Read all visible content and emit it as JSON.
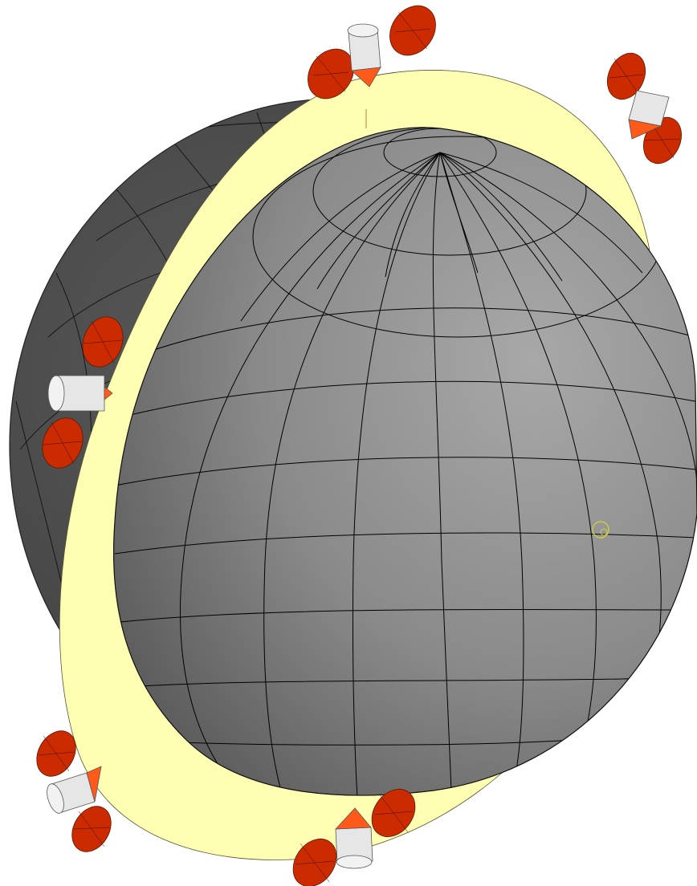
{
  "scene": {
    "kind": "globe-with-orbit-ring",
    "colors": {
      "background": "#ffffff",
      "globe_light": "#9a9a9a",
      "globe_dark": "#444444",
      "ring": "#ffffb3",
      "solar_panel": "#cc2a00",
      "satellite_body": "#e6e6e6",
      "satellite_cone": "#ff5a1a",
      "grid": "#000000",
      "marker": "#cccc44"
    },
    "satellites": [
      {
        "id": "satellite-top",
        "icon": "satellite-icon"
      },
      {
        "id": "satellite-top-right",
        "icon": "satellite-icon"
      },
      {
        "id": "satellite-left",
        "icon": "satellite-icon"
      },
      {
        "id": "satellite-bottom-left",
        "icon": "satellite-icon"
      },
      {
        "id": "satellite-bottom",
        "icon": "satellite-icon"
      }
    ],
    "marker_icon": "target-circle-icon"
  }
}
